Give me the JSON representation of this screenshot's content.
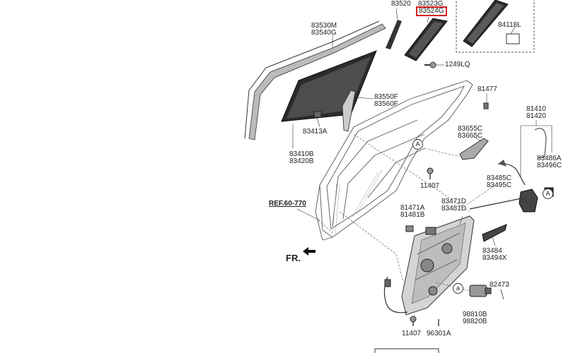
{
  "parts": {
    "p83520": "83520",
    "p83523g": "83523G",
    "p83524g": "83524G",
    "p83530m": "83530M",
    "p83540g": "83540G",
    "p84118l": "84118L",
    "p1249lq": "1249LQ",
    "p81477": "81477",
    "p83550f": "83550F",
    "p83560f": "83560F",
    "p81410": "81410",
    "p81420": "81420",
    "p83413a": "83413A",
    "p83655c": "83655C",
    "p83665c": "83665C",
    "p83410b": "83410B",
    "p83420b": "83420B",
    "p83486a": "83486A",
    "p83496c": "83496C",
    "p83485c": "83485C",
    "p83495c": "83495C",
    "p11407a": "11407",
    "p81471a": "81471A",
    "p81481b": "81481B",
    "p83471d": "83471D",
    "p83481d": "83481D",
    "p83484": "83484",
    "p83494x": "83494X",
    "p82473": "82473",
    "p98810b": "98810B",
    "p98820b": "98820B",
    "p11407b": "11407",
    "p96301a": "96301A"
  },
  "ref_label": "REF.60-770",
  "front_label": "FR.",
  "markers": {
    "a": "A",
    "a_lower": "a"
  },
  "highlight_color": "#d62020"
}
